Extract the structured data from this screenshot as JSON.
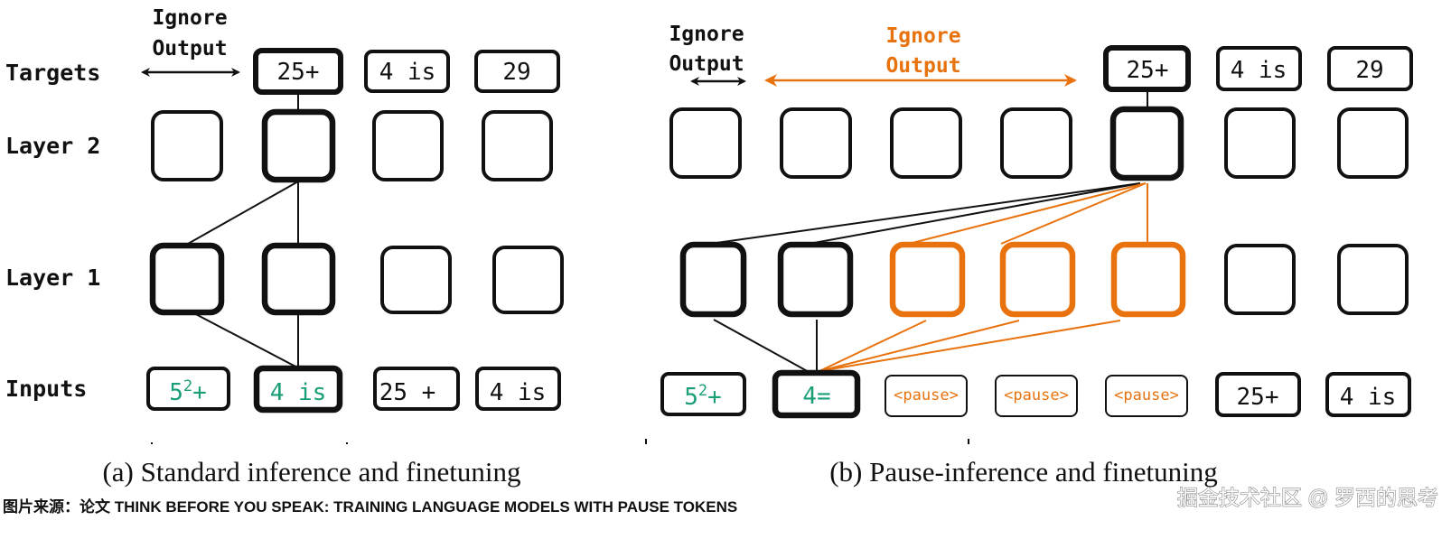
{
  "colors": {
    "black": "#111111",
    "orange": "#E8730E",
    "green": "#1A9E78"
  },
  "row_labels": {
    "targets": "Targets",
    "layer2": "Layer 2",
    "layer1": "Layer 1",
    "inputs": "Inputs"
  },
  "panel_a": {
    "caption": "(a) Standard inference and finetuning",
    "ignore_label_line1": "Ignore",
    "ignore_label_line2": "Output",
    "targets": [
      "25+",
      "4 is",
      "29"
    ],
    "inputs": [
      {
        "text": "5",
        "sup": "2",
        "rest": "+",
        "color": "green"
      },
      {
        "text": "4 is",
        "color": "green"
      },
      {
        "text": "25 +",
        "color": "black"
      },
      {
        "text": "4 is",
        "color": "black"
      }
    ]
  },
  "panel_b": {
    "caption": "(b) Pause-inference and finetuning",
    "ignore_label_line1": "Ignore",
    "ignore_label_line2": "Output",
    "ignore_pause_line1": "Ignore",
    "ignore_pause_line2": "Output",
    "targets": [
      "25+",
      "4 is",
      "29"
    ],
    "inputs": [
      {
        "text": "5",
        "sup": "2",
        "rest": "+",
        "color": "green"
      },
      {
        "text": "4=",
        "color": "green"
      },
      {
        "text": "<pause>",
        "color": "orange"
      },
      {
        "text": "<pause>",
        "color": "orange"
      },
      {
        "text": "<pause>",
        "color": "orange"
      },
      {
        "text": "25+",
        "color": "black"
      },
      {
        "text": "4 is",
        "color": "black"
      }
    ]
  },
  "footer": {
    "source": "图片来源：论文 THINK BEFORE YOU SPEAK: TRAINING LANGUAGE MODELS WITH PAUSE TOKENS",
    "watermark": "掘金技术社区 @ 罗西的思考"
  }
}
